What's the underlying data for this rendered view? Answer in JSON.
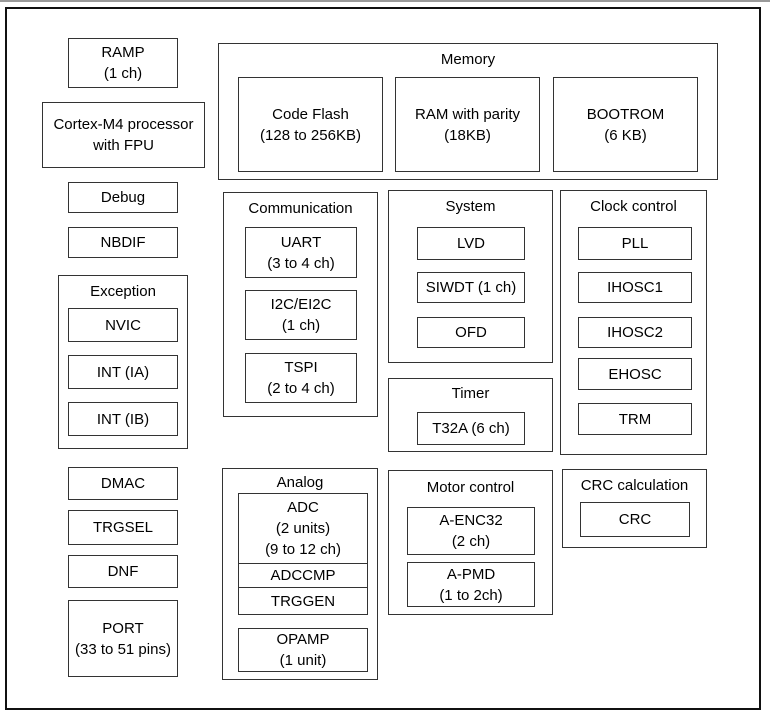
{
  "colors": {
    "border": "#333333",
    "frame": "#111111",
    "background": "#ffffff"
  },
  "left": {
    "ramp": "RAMP\n(1 ch)",
    "cortex": "Cortex-M4 processor\nwith FPU",
    "debug": "Debug",
    "nbdif": "NBDIF",
    "exception": {
      "label": "Exception",
      "nvic": "NVIC",
      "int_ia": "INT (IA)",
      "int_ib": "INT (IB)"
    },
    "dmac": "DMAC",
    "trgsel": "TRGSEL",
    "dnf": "DNF",
    "port": "PORT\n(33 to 51 pins)"
  },
  "memory": {
    "label": "Memory",
    "code_flash": "Code Flash\n(128 to 256KB)",
    "ram": "RAM with parity\n(18KB)",
    "bootrom": "BOOTROM\n(6 KB)"
  },
  "communication": {
    "label": "Communication",
    "uart": "UART\n(3 to 4 ch)",
    "i2c": "I2C/EI2C\n(1 ch)",
    "tspi": "TSPI\n(2 to 4 ch)"
  },
  "system": {
    "label": "System",
    "lvd": "LVD",
    "siwdt": "SIWDT (1 ch)",
    "ofd": "OFD"
  },
  "timer": {
    "label": "Timer",
    "t32a": "T32A (6 ch)"
  },
  "clock": {
    "label": "Clock control",
    "pll": "PLL",
    "ihosc1": "IHOSC1",
    "ihosc2": "IHOSC2",
    "ehosc": "EHOSC",
    "trm": "TRM"
  },
  "analog": {
    "label": "Analog",
    "adc": "ADC\n(2 units)\n(9 to 12 ch)",
    "adccmp": "ADCCMP",
    "trggen": "TRGGEN",
    "opamp": "OPAMP\n(1 unit)"
  },
  "motor": {
    "label": "Motor control",
    "a_enc32": "A-ENC32\n(2 ch)",
    "a_pmd": "A-PMD\n(1 to 2ch)"
  },
  "crc": {
    "label": "CRC calculation",
    "crc": "CRC"
  }
}
